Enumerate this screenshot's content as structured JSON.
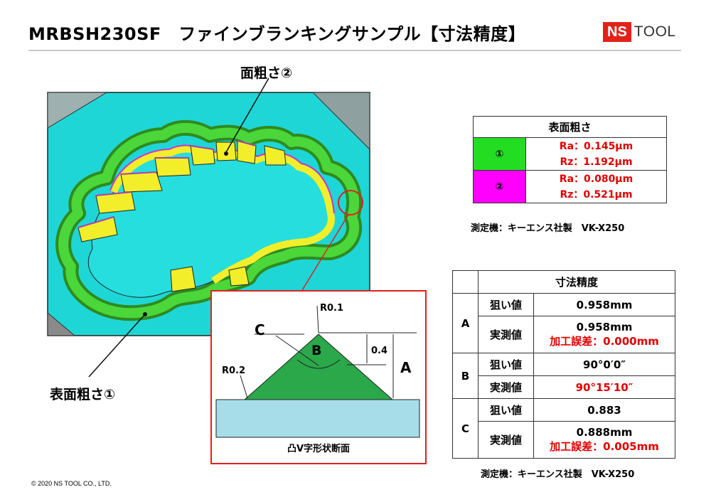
{
  "header": {
    "title": "MRBSH230SF　ファインブランキングサンプル【寸法精度】",
    "logo_ns": "NS",
    "logo_tool": "TOOL"
  },
  "labels": {
    "surface_2": "面粗さ②",
    "surface_1": "表面粗さ①"
  },
  "inset": {
    "caption": "凸V字形状断面",
    "r01": "R0.1",
    "r02": "R0.2",
    "c": "C",
    "b": "B",
    "a": "A",
    "h04": "0.4"
  },
  "roughness_table": {
    "header": "表面粗さ",
    "rows": [
      {
        "id": "①",
        "color": "#22dd22",
        "ra": "Ra：0.145μm",
        "rz": "Rz：1.192μm"
      },
      {
        "id": "②",
        "color": "#ff00ff",
        "ra": "Ra：0.080μm",
        "rz": "Rz：0.521μm"
      }
    ],
    "note": "測定機：キーエンス社製　VK-X250"
  },
  "dimension_table": {
    "header": "寸法精度",
    "target_label": "狙い値",
    "measured_label": "実測値",
    "rows": [
      {
        "id": "A",
        "target": "0.958mm",
        "measured": "0.958mm",
        "error": "加工誤差：0.000mm"
      },
      {
        "id": "B",
        "target": "90°0′0″",
        "measured": "90°15′10″",
        "error": ""
      },
      {
        "id": "C",
        "target": "0.883",
        "measured": "0.888mm",
        "error": "加工誤差：0.005mm"
      }
    ],
    "note": "測定機：キーエンス社製　VK-X250"
  },
  "footer": {
    "copyright": "© 2020 NS TOOL CO., LTD."
  }
}
